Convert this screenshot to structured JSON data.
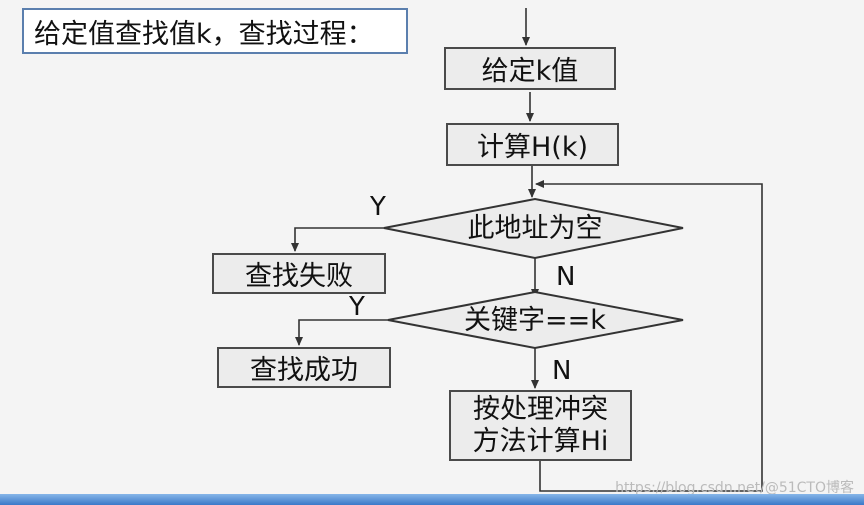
{
  "title": "给定值查找值k，查找过程：",
  "nodes": {
    "start": "给定k值",
    "hash": "计算H(k)",
    "empty_check": "此地址为空",
    "fail": "查找失败",
    "key_check": "关键字==k",
    "success": "查找成功",
    "resolve_line1": "按处理冲突",
    "resolve_line2": "方法计算Hi"
  },
  "labels": {
    "y1": "Y",
    "n1": "N",
    "y2": "Y",
    "n2": "N"
  },
  "watermark": "https://blog.csdn.net/@51CTO博客",
  "colors": {
    "line": "#333333",
    "title_border": "#5b7fae"
  }
}
